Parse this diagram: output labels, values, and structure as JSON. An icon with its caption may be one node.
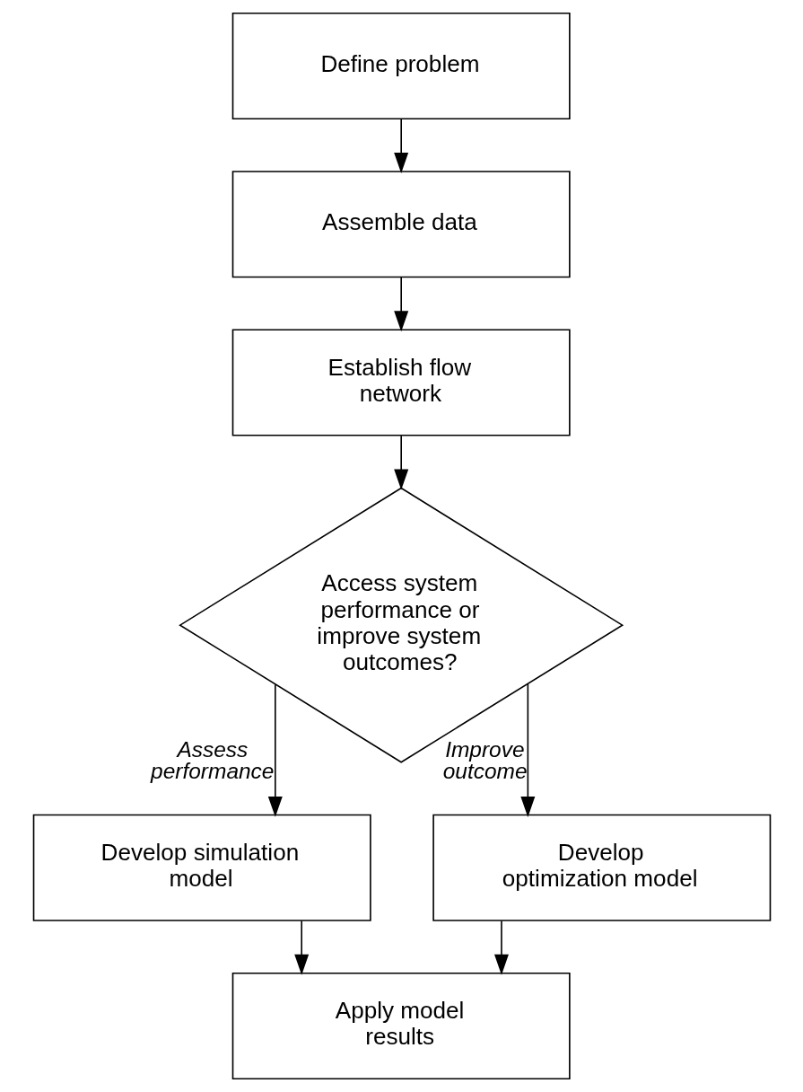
{
  "diagram": {
    "nodes": [
      {
        "text": [
          "Define problem"
        ]
      },
      {
        "text": [
          "Assemble data"
        ]
      },
      {
        "text": [
          "Establish flow network"
        ]
      },
      {
        "text": [
          "Access system performance or improve system outcomes?"
        ]
      },
      {
        "text": [
          "Develop simulation model"
        ]
      },
      {
        "text": [
          "Develop optimization model"
        ]
      },
      {
        "text": [
          "Apply model results"
        ]
      }
    ],
    "edges": [
      {
        "from": 0,
        "to": 1,
        "arrow": "to"
      },
      {
        "from": 1,
        "to": 2,
        "arrow": "to"
      },
      {
        "from": 2,
        "to": 3,
        "arrow": "to"
      },
      {
        "from": 3,
        "to": 4,
        "arrow": "to",
        "label": "Assess performance"
      },
      {
        "from": 3,
        "to": 5,
        "arrow": "to",
        "label": "Improve outcome"
      },
      {
        "from": 4,
        "to": 6,
        "arrow": "to"
      },
      {
        "from": 5,
        "to": 6,
        "arrow": "to"
      }
    ]
  }
}
